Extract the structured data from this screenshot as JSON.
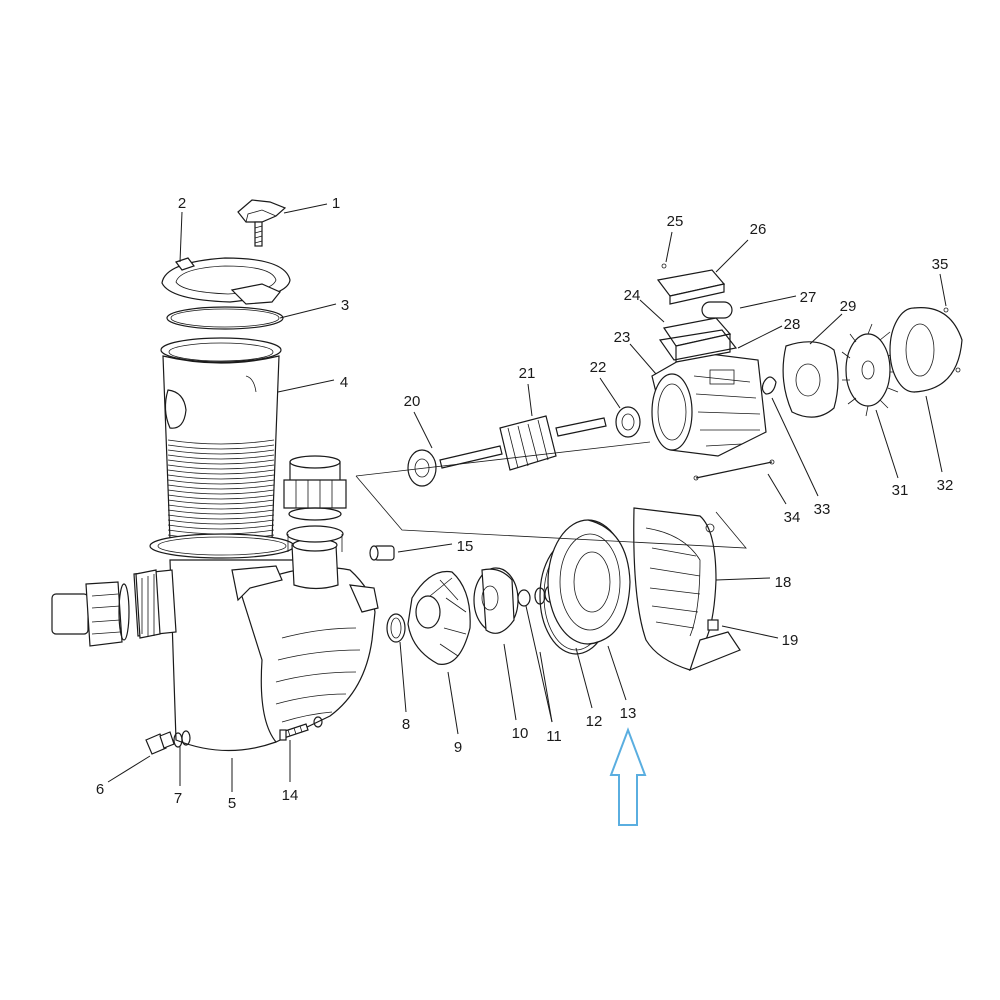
{
  "diagram": {
    "parts": [
      {
        "number": "1"
      },
      {
        "number": "2"
      },
      {
        "number": "3"
      },
      {
        "number": "4"
      },
      {
        "number": "5"
      },
      {
        "number": "6"
      },
      {
        "number": "7"
      },
      {
        "number": "8"
      },
      {
        "number": "9"
      },
      {
        "number": "10"
      },
      {
        "number": "11"
      },
      {
        "number": "12"
      },
      {
        "number": "13"
      },
      {
        "number": "14"
      },
      {
        "number": "15"
      },
      {
        "number": "18"
      },
      {
        "number": "19"
      },
      {
        "number": "20"
      },
      {
        "number": "21"
      },
      {
        "number": "22"
      },
      {
        "number": "23"
      },
      {
        "number": "24"
      },
      {
        "number": "25"
      },
      {
        "number": "26"
      },
      {
        "number": "27"
      },
      {
        "number": "28"
      },
      {
        "number": "29"
      },
      {
        "number": "31"
      },
      {
        "number": "32"
      },
      {
        "number": "33"
      },
      {
        "number": "34"
      },
      {
        "number": "35"
      }
    ],
    "highlight": {
      "part_number": "13",
      "arrow_color": "#5aaee0",
      "arrow_direction": "up"
    },
    "colors": {
      "line": "#1a1a1a",
      "background": "#ffffff"
    }
  }
}
